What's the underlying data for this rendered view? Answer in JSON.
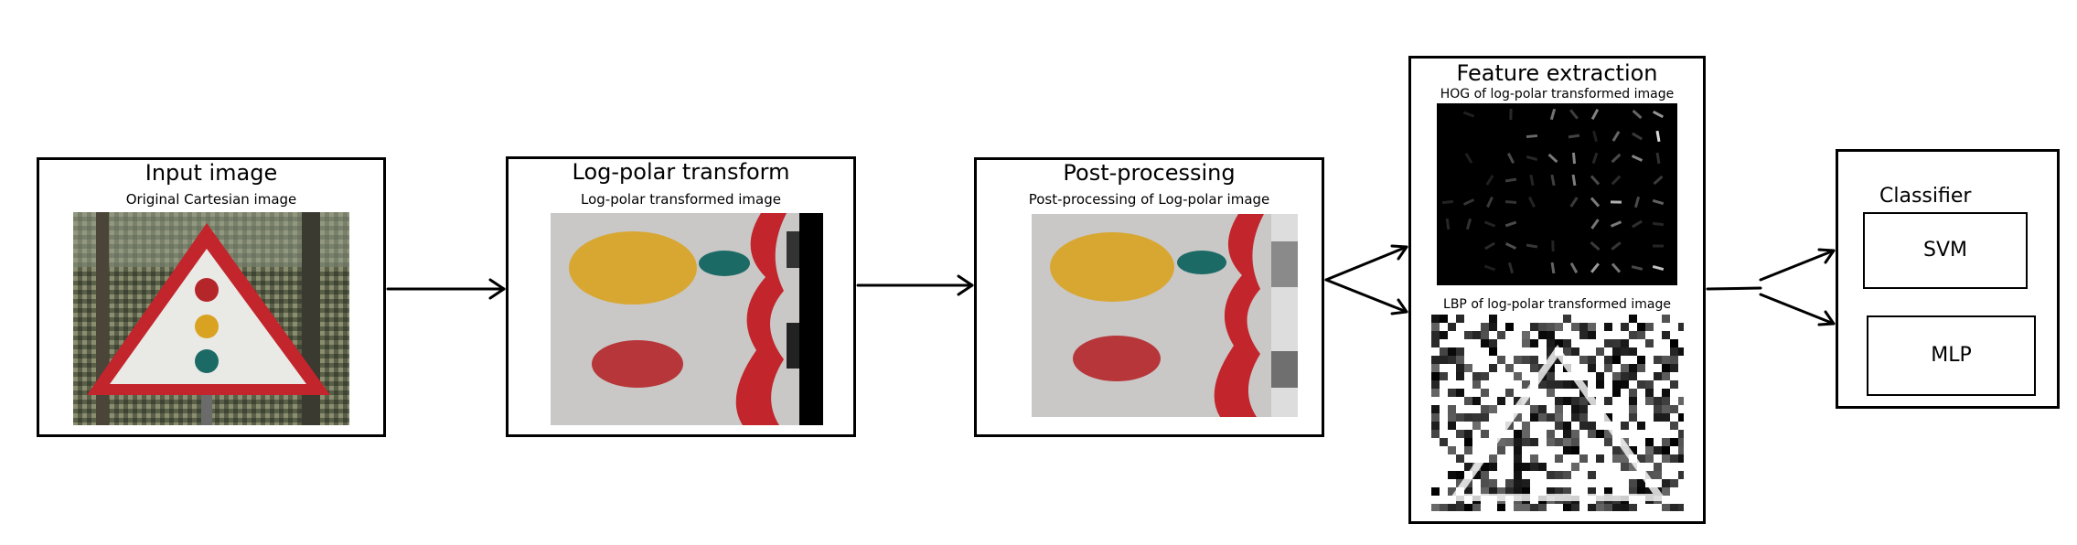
{
  "stages": {
    "input": {
      "title": "Input image",
      "subtitle": "Original Cartesian image"
    },
    "logpolar": {
      "title": "Log-polar transform",
      "subtitle": "Log-polar transformed image"
    },
    "post": {
      "title": "Post-processing",
      "subtitle": "Post-processing of Log-polar image"
    },
    "features": {
      "title": "Feature extraction",
      "hog_label": "HOG of log-polar transformed image",
      "lbp_label": "LBP of log-polar transformed image"
    },
    "classifier": {
      "title": "Classifier",
      "svm": "SVM",
      "mlp": "MLP"
    }
  }
}
